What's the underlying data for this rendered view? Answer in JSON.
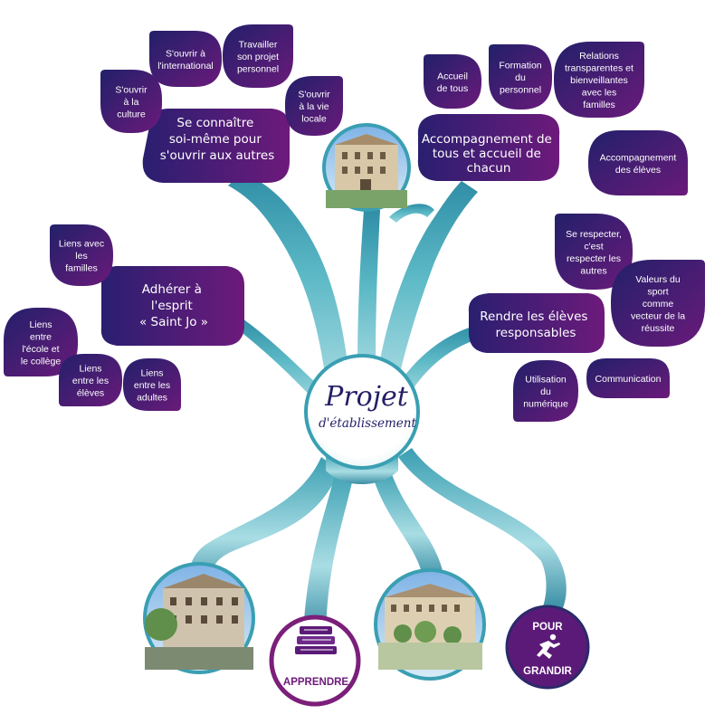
{
  "center": {
    "title": "Projet",
    "subtitle": "d'établissement"
  },
  "branches": [
    {
      "id": "se-connaitre",
      "lines": [
        "Se connaître",
        "soi-même pour",
        "s'ouvrir aux autres"
      ]
    },
    {
      "id": "accompagnement",
      "lines": [
        "Accompagnement de",
        "tous et accueil de",
        "chacun"
      ]
    },
    {
      "id": "adherer",
      "lines": [
        "Adhérer à",
        "l'esprit",
        "« Saint Jo »"
      ]
    },
    {
      "id": "responsables",
      "lines": [
        "Rendre les élèves",
        "responsables"
      ]
    }
  ],
  "leaves": [
    {
      "id": "culture",
      "lines": [
        "S'ouvrir",
        "à la",
        "culture"
      ]
    },
    {
      "id": "international",
      "lines": [
        "S'ouvrir à",
        "l'international"
      ]
    },
    {
      "id": "projet-perso",
      "lines": [
        "Travailler",
        "son projet",
        "personnel"
      ]
    },
    {
      "id": "vie-locale",
      "lines": [
        "S'ouvrir",
        "à la vie",
        "locale"
      ]
    },
    {
      "id": "accueil-tous",
      "lines": [
        "Accueil",
        "de tous"
      ]
    },
    {
      "id": "formation",
      "lines": [
        "Formation",
        "du",
        "personnel"
      ]
    },
    {
      "id": "relations",
      "lines": [
        "Relations",
        "transparentes et",
        "bienveillantes",
        "avec les",
        "familles"
      ]
    },
    {
      "id": "accomp-eleves",
      "lines": [
        "Accompagnement",
        "des élèves"
      ]
    },
    {
      "id": "liens-familles",
      "lines": [
        "Liens avec",
        "les",
        "familles"
      ]
    },
    {
      "id": "liens-ecole",
      "lines": [
        "Liens",
        "entre",
        "l'école et",
        "le collège"
      ]
    },
    {
      "id": "liens-eleves",
      "lines": [
        "Liens",
        "entre les",
        "élèves"
      ]
    },
    {
      "id": "liens-adultes",
      "lines": [
        "Liens",
        "entre les",
        "adultes"
      ]
    },
    {
      "id": "se-respecter",
      "lines": [
        "Se respecter,",
        "c'est",
        "respecter les",
        "autres"
      ]
    },
    {
      "id": "valeurs-sport",
      "lines": [
        "Valeurs du",
        "sport",
        "comme",
        "vecteur de la",
        "réussite"
      ]
    },
    {
      "id": "numerique",
      "lines": [
        "Utilisation",
        "du",
        "numérique"
      ]
    },
    {
      "id": "communication",
      "lines": [
        "Communication"
      ]
    }
  ],
  "pillars": {
    "apprendre": "APPRENDRE",
    "pour": "POUR",
    "grandir": "GRANDIR"
  },
  "colors": {
    "trunk": "#3a9fb2",
    "trunk_light": "#bfe6ec",
    "purple": "#5b1a78",
    "navy": "#24206a",
    "pill_border": "#7b1f7a"
  }
}
